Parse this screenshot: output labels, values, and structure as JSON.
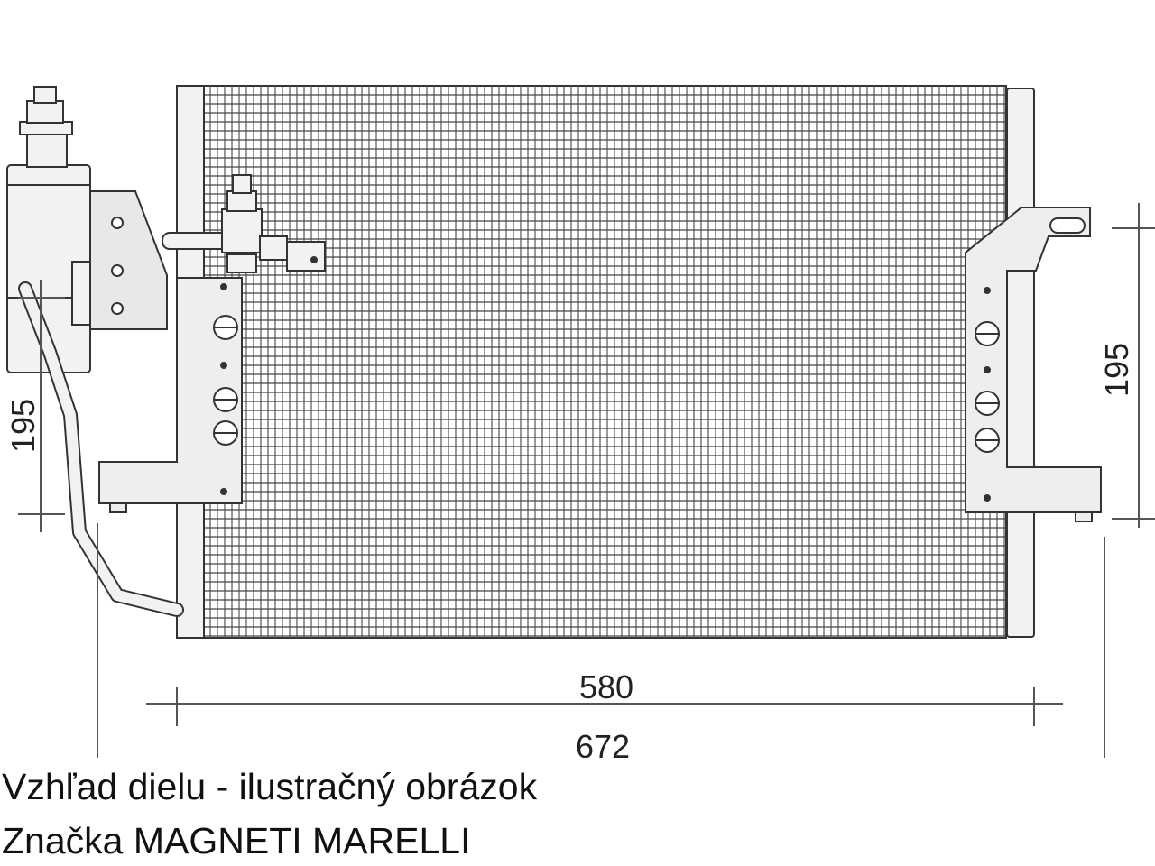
{
  "diagram": {
    "dimensions": {
      "core_width": "580",
      "overall_width": "672",
      "left_height": "195",
      "right_height": "195"
    }
  },
  "captions": {
    "line1": "Vzhľad dielu - ilustračný obrázok",
    "line2": "Značka MAGNETI MARELLI"
  },
  "colors": {
    "line": "#333333",
    "fill_light": "#f2f2f2",
    "fill_bracket": "#e8e8e8"
  }
}
